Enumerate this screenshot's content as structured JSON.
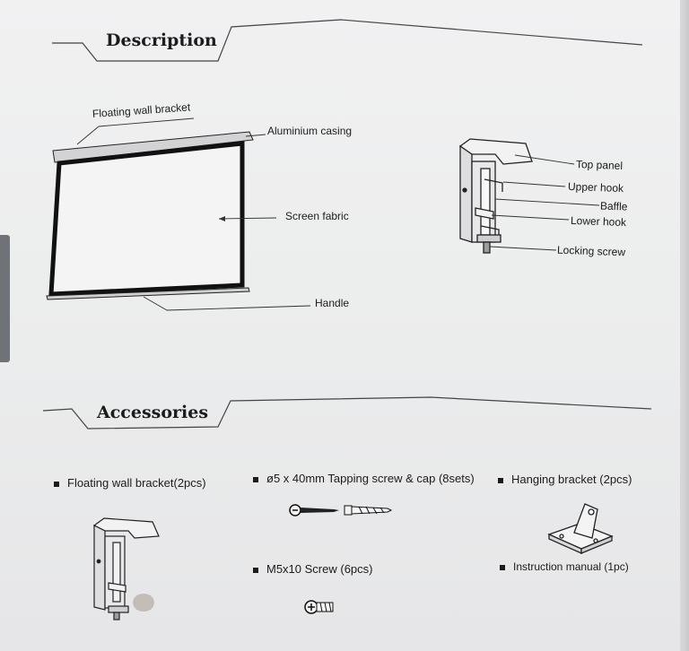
{
  "sections": {
    "description": {
      "title": "Description"
    },
    "accessories": {
      "title": "Accessories"
    }
  },
  "screen_diagram": {
    "labels": {
      "floating_wall_bracket": "Floating wall bracket",
      "aluminium_casing": "Aluminium casing",
      "screen_fabric": "Screen fabric",
      "handle": "Handle"
    }
  },
  "bracket_diagram": {
    "labels": {
      "top_panel": "Top panel",
      "upper_hook": "Upper hook",
      "baffle": "Baffle",
      "lower_hook": "Lower hook",
      "locking_screw": "Locking screw"
    }
  },
  "accessories": {
    "items": [
      {
        "label": "Floating wall bracket(2pcs)"
      },
      {
        "label": "ø5 x 40mm Tapping screw & cap (8sets)"
      },
      {
        "label": "Hanging bracket (2pcs)"
      },
      {
        "label": "M5x10 Screw (6pcs)"
      },
      {
        "label": "Instruction manual (1pc)"
      }
    ]
  }
}
